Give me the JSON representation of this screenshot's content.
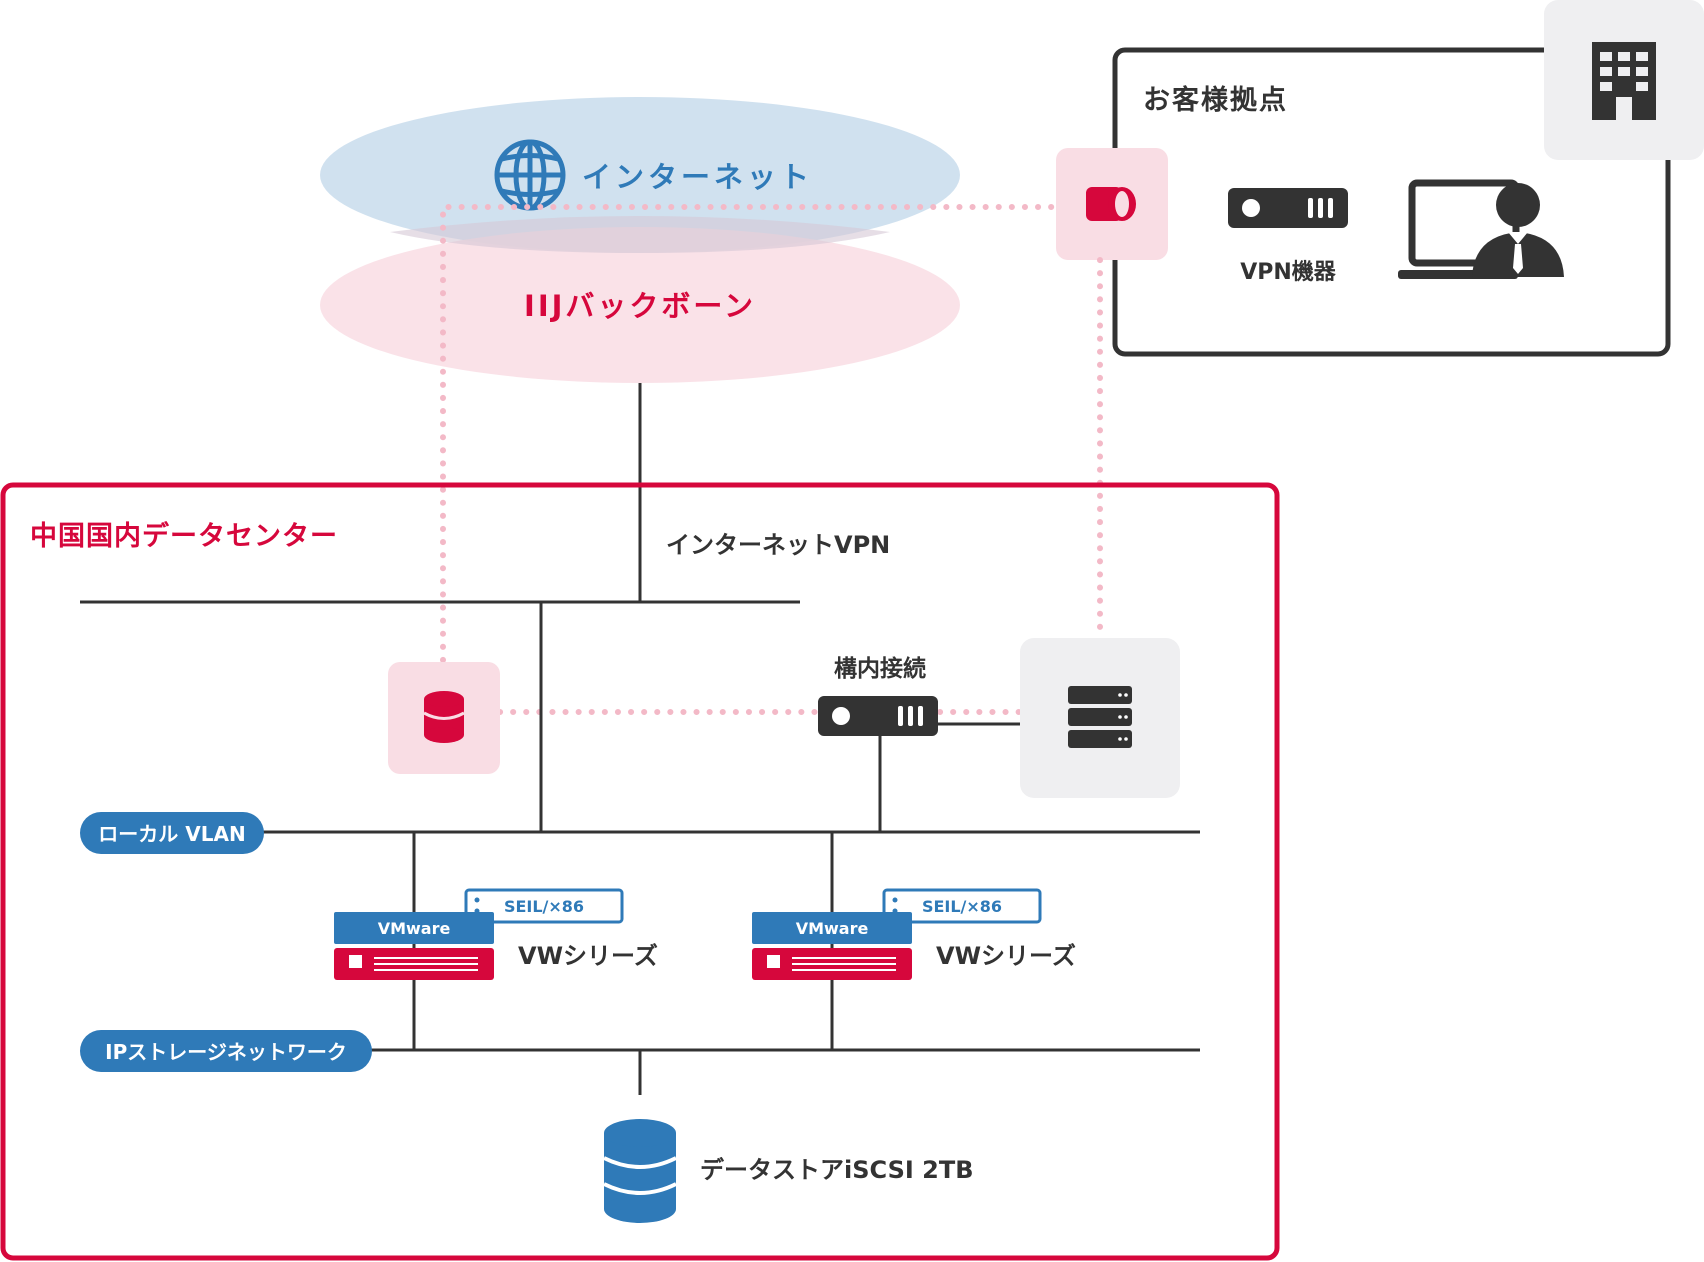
{
  "labels": {
    "internet": "インターネット",
    "backbone": "IIJバックボーン",
    "customer_site": "お客様拠点",
    "vpn_device": "VPN機器",
    "datacenter": "中国国内データセンター",
    "internet_vpn": "インターネットVPN",
    "internal_connection": "構内接続",
    "local_vlan": "ローカル VLAN",
    "ip_storage_network": "IPストレージネットワーク",
    "datastore": "データストアiSCSI 2TB"
  },
  "vw_units": [
    {
      "vmware": "VMware",
      "seil": "SEIL/×86",
      "series": "VWシリーズ"
    },
    {
      "vmware": "VMware",
      "seil": "SEIL/×86",
      "series": "VWシリーズ"
    }
  ],
  "colors": {
    "red": "#d6073c",
    "blue": "#2f7ab8",
    "dark": "#333333",
    "pink_light": "#f9dde4",
    "blue_light": "#c8dcec",
    "gray_box": "#efeff1",
    "dotted": "#f3b9c7"
  }
}
